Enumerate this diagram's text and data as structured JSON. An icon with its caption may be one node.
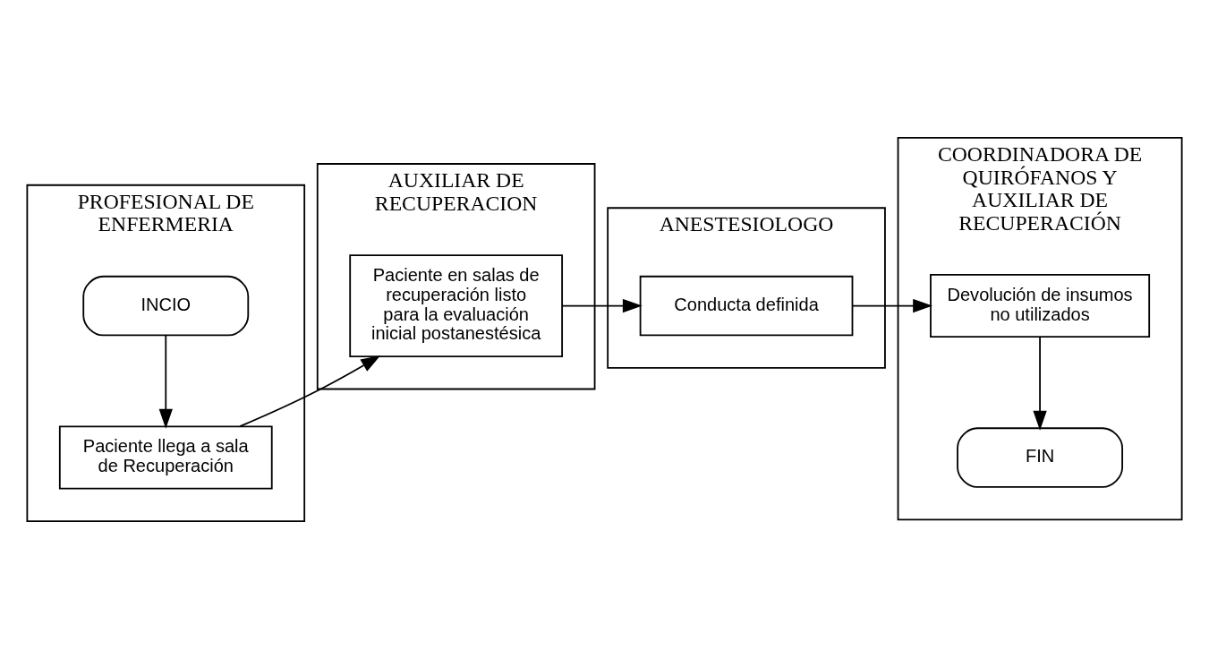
{
  "diagram": {
    "nodes": [
      {
        "text": [
          "PROFESIONAL DE ENFERMERIA"
        ]
      },
      {
        "text": [
          "INCIO"
        ],
        "in": 0
      },
      {
        "text": [
          "Paciente llega a sala de Recuperación"
        ],
        "in": 0
      },
      {
        "text": [
          "AUXILIAR DE RECUPERACION"
        ]
      },
      {
        "text": [
          "Paciente en salas de recuperación listo para la evaluación inicial postanestésica"
        ],
        "in": 3
      },
      {
        "text": [
          "ANESTESIOLOGO"
        ]
      },
      {
        "text": [
          "Conducta definida"
        ],
        "in": 5
      },
      {
        "text": [
          "COORDINADORA DE QUIRÓFANOS Y AUXILIAR DE RECUPERACIÓN"
        ]
      },
      {
        "text": [
          "Devolución de insumos no utilizados"
        ],
        "in": 7
      },
      {
        "text": [
          "FIN"
        ],
        "in": 7
      }
    ],
    "edges": [
      {
        "from": 1,
        "to": 2,
        "arrow": "to"
      },
      {
        "from": 2,
        "to": 4,
        "arrow": "to"
      },
      {
        "from": 4,
        "to": 6,
        "arrow": "to"
      },
      {
        "from": 6,
        "to": 8,
        "arrow": "to"
      },
      {
        "from": 8,
        "to": 9,
        "arrow": "to"
      }
    ]
  }
}
